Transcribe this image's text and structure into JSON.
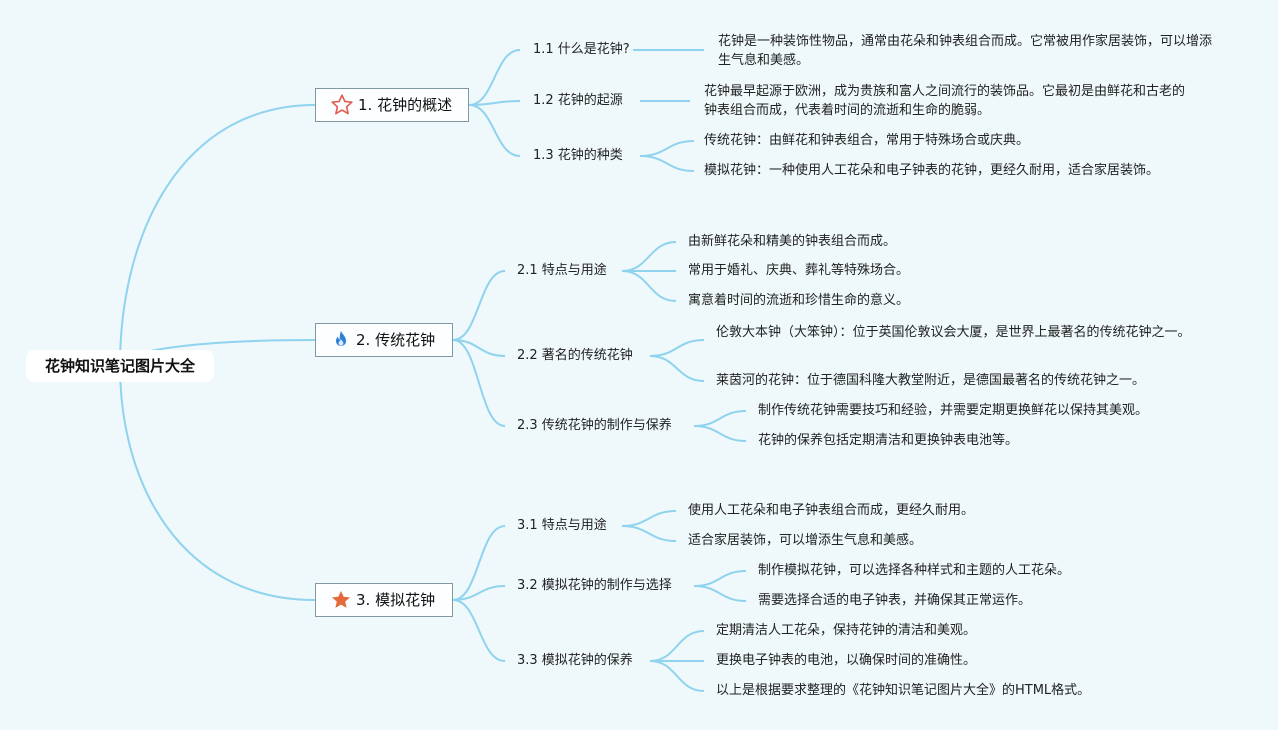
{
  "root": {
    "label": "花钟知识笔记图片大全"
  },
  "colors": {
    "line": "#8fd3ee",
    "star_outline": "#e05a4f",
    "flame": "#2f7fd8",
    "star_filled": "#e46a3c"
  },
  "branches": [
    {
      "label": "1. 花钟的概述",
      "icon": "star-outline-icon",
      "subs": [
        {
          "label": "1.1 什么是花钟?",
          "leaves": [
            "花钟是一种装饰性物品，通常由花朵和钟表组合而成。它常被用作家居装饰，可以增添生气息和美感。"
          ]
        },
        {
          "label": "1.2 花钟的起源",
          "leaves": [
            "花钟最早起源于欧洲，成为贵族和富人之间流行的装饰品。它最初是由鲜花和古老的钟表组合而成，代表着时间的流逝和生命的脆弱。"
          ]
        },
        {
          "label": "1.3 花钟的种类",
          "leaves": [
            "传统花钟：由鲜花和钟表组合，常用于特殊场合或庆典。",
            "模拟花钟：一种使用人工花朵和电子钟表的花钟，更经久耐用，适合家居装饰。"
          ]
        }
      ]
    },
    {
      "label": "2. 传统花钟",
      "icon": "flame-icon",
      "subs": [
        {
          "label": "2.1 特点与用途",
          "leaves": [
            "由新鲜花朵和精美的钟表组合而成。",
            "常用于婚礼、庆典、葬礼等特殊场合。",
            "寓意着时间的流逝和珍惜生命的意义。"
          ]
        },
        {
          "label": "2.2 著名的传统花钟",
          "leaves": [
            "伦敦大本钟（大笨钟）：位于英国伦敦议会大厦，是世界上最著名的传统花钟之一。",
            "莱茵河的花钟：位于德国科隆大教堂附近，是德国最著名的传统花钟之一。"
          ]
        },
        {
          "label": "2.3 传统花钟的制作与保养",
          "leaves": [
            "制作传统花钟需要技巧和经验，并需要定期更换鲜花以保持其美观。",
            "花钟的保养包括定期清洁和更换钟表电池等。"
          ]
        }
      ]
    },
    {
      "label": "3. 模拟花钟",
      "icon": "star-filled-icon",
      "subs": [
        {
          "label": "3.1 特点与用途",
          "leaves": [
            "使用人工花朵和电子钟表组合而成，更经久耐用。",
            "适合家居装饰，可以增添生气息和美感。"
          ]
        },
        {
          "label": "3.2 模拟花钟的制作与选择",
          "leaves": [
            "制作模拟花钟，可以选择各种样式和主题的人工花朵。",
            "需要选择合适的电子钟表，并确保其正常运作。"
          ]
        },
        {
          "label": "3.3 模拟花钟的保养",
          "leaves": [
            "定期清洁人工花朵，保持花钟的清洁和美观。",
            "更换电子钟表的电池，以确保时间的准确性。",
            "以上是根据要求整理的《花钟知识笔记图片大全》的HTML格式。"
          ]
        }
      ]
    }
  ]
}
